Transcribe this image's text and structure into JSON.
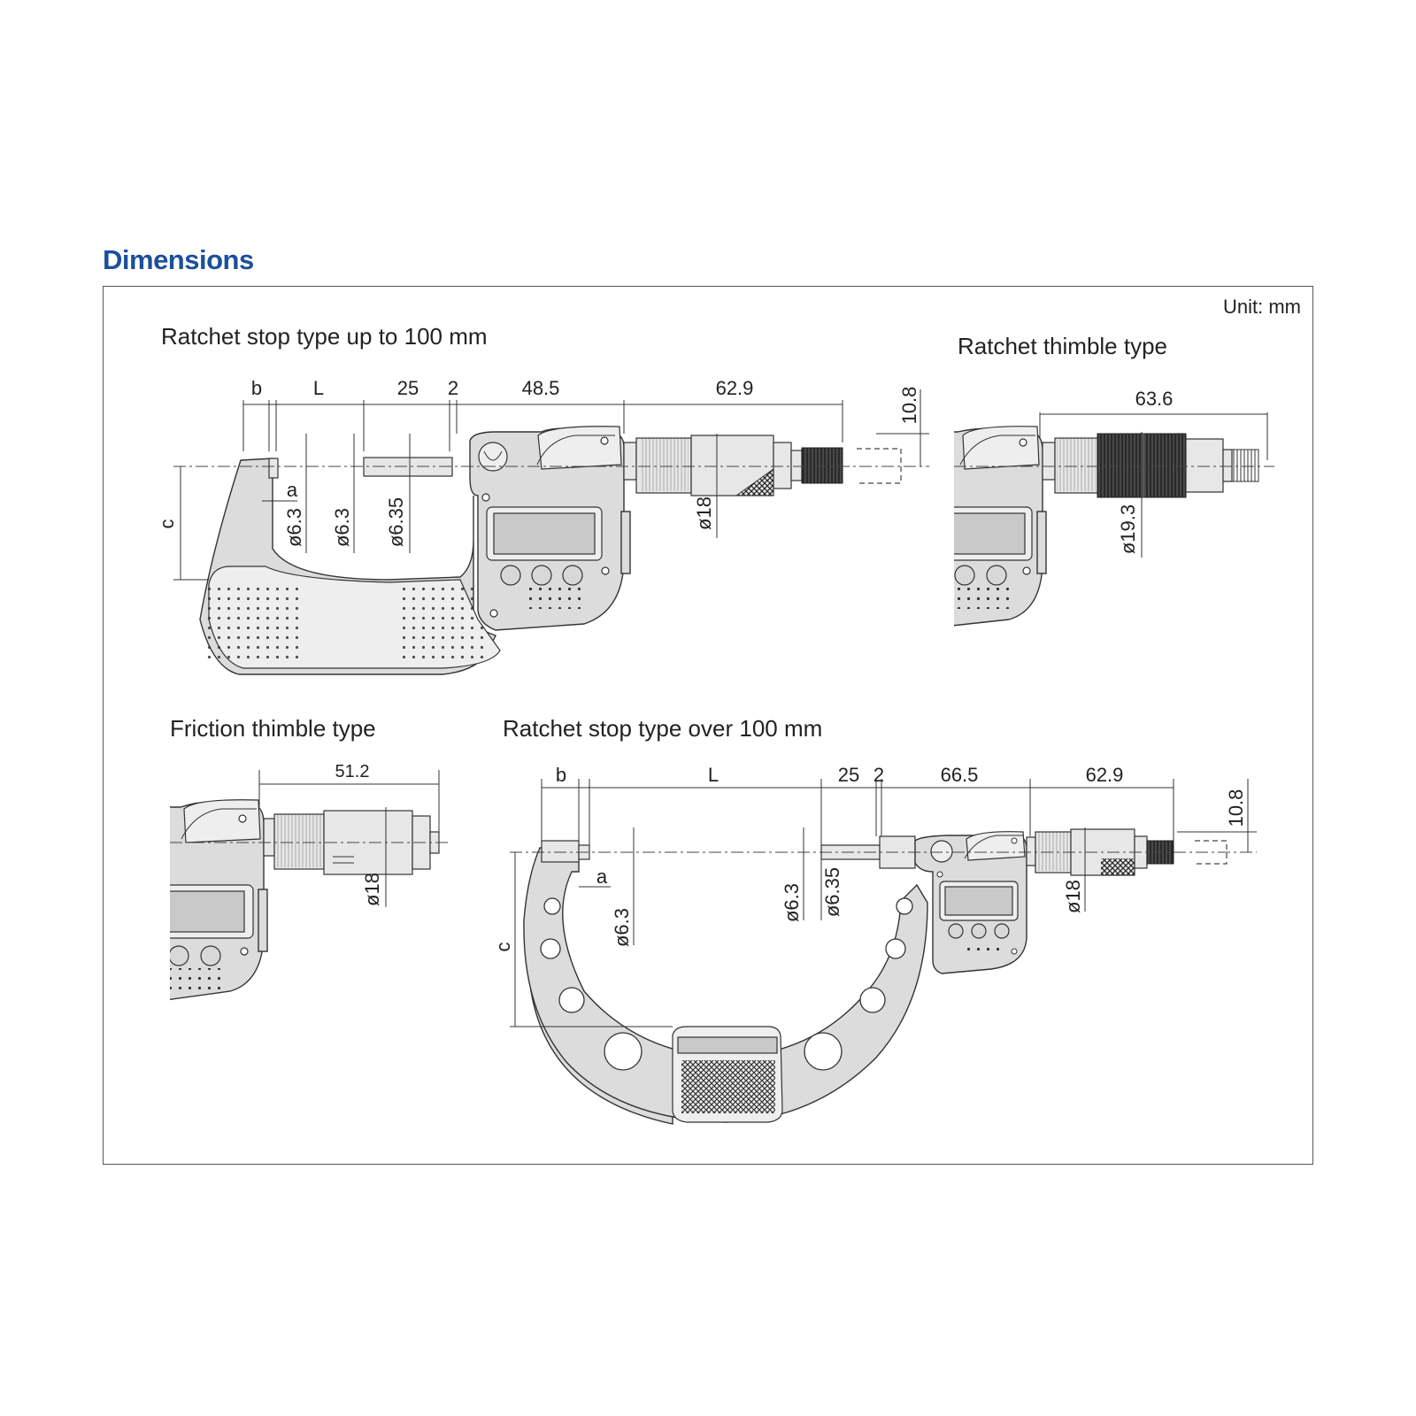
{
  "page_title": "Dimensions",
  "unit": "Unit: mm",
  "sections": {
    "ratchet_stop_small": {
      "title": "Ratchet stop type up to 100 mm",
      "dims": {
        "b": "b",
        "L": "L",
        "d25": "25",
        "d2": "2",
        "d48_5": "48.5",
        "d62_9": "62.9",
        "d10_8": "10.8",
        "a": "a",
        "c": "c",
        "phi6_3a": "ø6.3",
        "phi6_3b": "ø6.3",
        "phi6_35": "ø6.35",
        "phi18": "ø18"
      }
    },
    "ratchet_thimble": {
      "title": "Ratchet thimble type",
      "dims": {
        "d63_6": "63.6",
        "phi19_3": "ø19.3"
      }
    },
    "friction_thimble": {
      "title": "Friction thimble type",
      "dims": {
        "d51_2": "51.2",
        "phi18": "ø18"
      }
    },
    "ratchet_stop_large": {
      "title": "Ratchet stop type over 100 mm",
      "dims": {
        "b": "b",
        "L": "L",
        "d25": "25",
        "d2": "2",
        "d66_5": "66.5",
        "d62_9": "62.9",
        "d10_8": "10.8",
        "a": "a",
        "c": "c",
        "phi6_3a": "ø6.3",
        "phi6_3b": "ø6.3",
        "phi6_35": "ø6.35",
        "phi18": "ø18"
      }
    }
  },
  "colors": {
    "title": "#1c4f9c",
    "line": "#333333",
    "body_fill": "#dcdcdc"
  }
}
